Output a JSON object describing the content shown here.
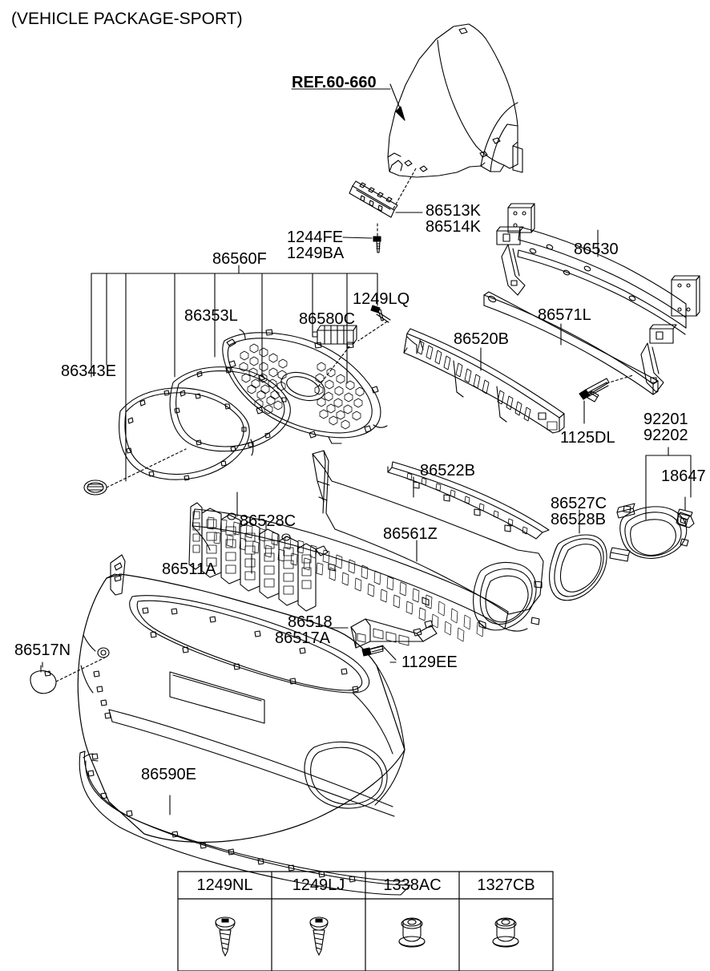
{
  "page": {
    "title": "(VEHICLE PACKAGE-SPORT)",
    "diagram_type": "front-bumper-exploded-parts-diagram",
    "reference": "REF.60-660"
  },
  "labels": {
    "ref_60_660": "REF.60-660",
    "p86513K": "86513K",
    "p86514K": "86514K",
    "p1244FE": "1244FE",
    "p1249BA": "1249BA",
    "p86560F": "86560F",
    "p1249LQ": "1249LQ",
    "p86353L": "86353L",
    "p86580C": "86580C",
    "p86343E": "86343E",
    "p86530": "86530",
    "p86571L": "86571L",
    "p86520B": "86520B",
    "p1125DL": "1125DL",
    "p92201": "92201",
    "p92202": "92202",
    "p18647": "18647",
    "p86522B": "86522B",
    "p86527C": "86527C",
    "p86528B": "86528B",
    "p86528C": "86528C",
    "p86561Z": "86561Z",
    "p86511A": "86511A",
    "p86518": "86518",
    "p86517A": "86517A",
    "p1129EE": "1129EE",
    "p86517N": "86517N",
    "p86590E": "86590E"
  },
  "fastener_table": {
    "columns": [
      "1249NL",
      "1249LJ",
      "1338AC",
      "1327CB"
    ],
    "icons": [
      "tapping-screw",
      "tapping-screw",
      "flange-nut",
      "flange-nut"
    ]
  },
  "colors": {
    "line": "#000000",
    "background": "#ffffff"
  }
}
